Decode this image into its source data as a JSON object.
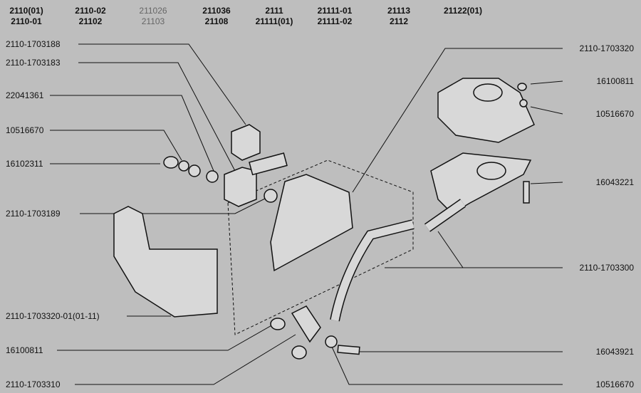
{
  "models": [
    {
      "top": "2110(01)",
      "bottom": "2110-01"
    },
    {
      "top": "2110-02",
      "bottom": "21102"
    },
    {
      "top": "211026",
      "bottom": "21103"
    },
    {
      "top": "211036",
      "bottom": "21108"
    },
    {
      "top": "2111",
      "bottom": "21111(01)"
    },
    {
      "top": "21111-01",
      "bottom": "21111-02"
    },
    {
      "top": "21113",
      "bottom": "2112"
    },
    {
      "top": "21122(01)",
      "bottom": ""
    }
  ],
  "left_labels": [
    "2110-1703188",
    "2110-1703183",
    "22041361",
    "10516670",
    "16102311",
    "2110-1703189",
    "2110-1703320-01(01-11)",
    "16100811",
    "2110-1703310"
  ],
  "right_labels": [
    "2110-1703320",
    "16100811",
    "10516670",
    "16043221",
    "2110-1703300",
    "16043921",
    "10516670"
  ]
}
